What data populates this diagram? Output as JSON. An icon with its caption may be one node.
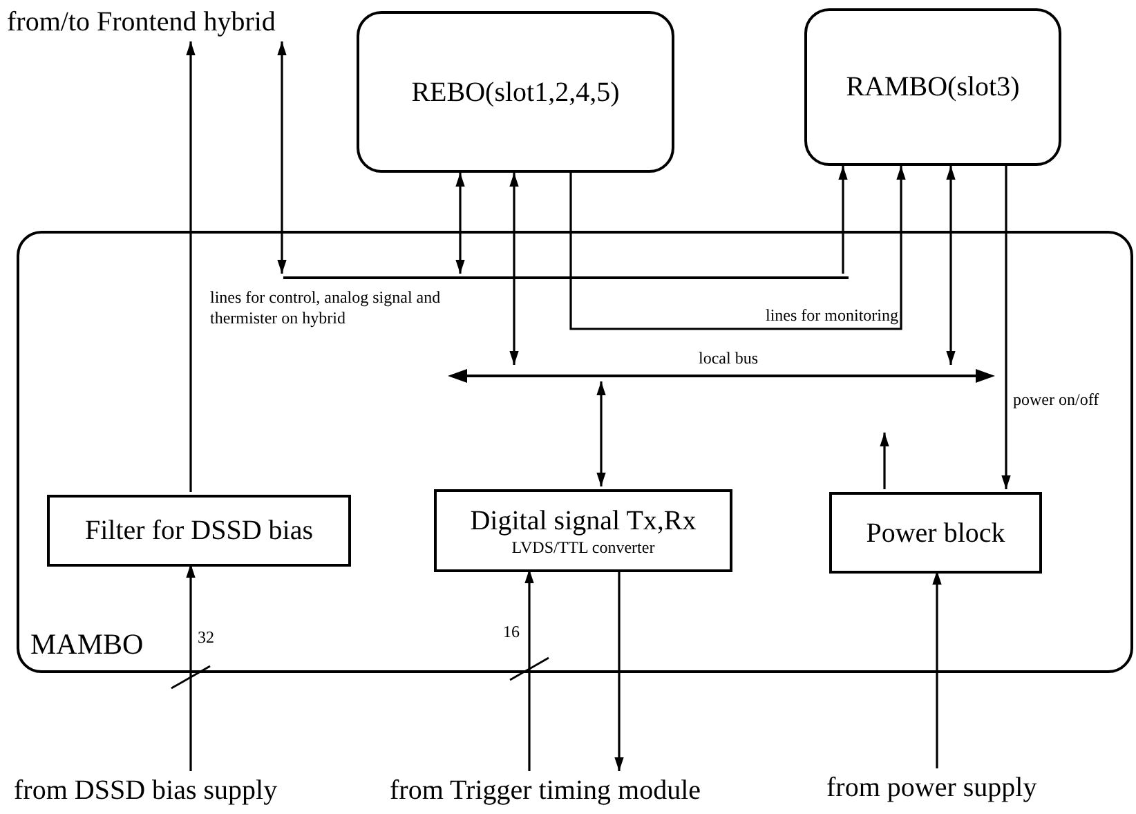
{
  "diagram": {
    "nodes": [
      {
        "text": [
          "MAMBO"
        ]
      },
      {
        "text": [
          "REBO(slot1,2,4,5)"
        ]
      },
      {
        "text": [
          "RAMBO(slot3)"
        ]
      },
      {
        "text": [
          "Filter for DSSD bias"
        ],
        "in": 0
      },
      {
        "text": [
          "Digital signal Tx,Rx",
          "LVDS/TTL converter"
        ],
        "in": 0
      },
      {
        "text": [
          "Power block"
        ],
        "in": 0
      },
      {
        "text": [
          "from/to Frontend hybrid"
        ]
      },
      {
        "text": [
          "from DSSD bias supply"
        ]
      },
      {
        "text": [
          "from Trigger timing module"
        ]
      },
      {
        "text": [
          "from  power supply"
        ]
      },
      {
        "text": [],
        "shape": "bar",
        "in": 0,
        "beside": [
          "local bus"
        ]
      },
      {
        "text": [],
        "shape": "bar",
        "in": 0,
        "beside": [
          "lines for control, analog signal and thermister on hybrid"
        ]
      }
    ],
    "edges": [
      {
        "from": 3,
        "to": 6,
        "arrow": "to"
      },
      {
        "from": 11,
        "to": 6,
        "arrow": "both"
      },
      {
        "from": 1,
        "to": 11,
        "arrow": "both"
      },
      {
        "from": 11,
        "to": 2,
        "arrow": "to"
      },
      {
        "from": 1,
        "to": 2,
        "arrow": "to",
        "label": "lines for monitoring"
      },
      {
        "from": 1,
        "to": 10,
        "arrow": "both"
      },
      {
        "from": 2,
        "to": 10,
        "arrow": "both"
      },
      {
        "from": 10,
        "to": 4,
        "arrow": "both"
      },
      {
        "from": 2,
        "to": 5,
        "arrow": "to",
        "label": "power on/off"
      },
      {
        "from": 5,
        "to": null,
        "arrow": "to"
      },
      {
        "from": 7,
        "to": 3,
        "arrow": "to",
        "label": "32"
      },
      {
        "from": 8,
        "to": 4,
        "arrow": "to",
        "label": "16"
      },
      {
        "from": 4,
        "to": 8,
        "arrow": "to"
      },
      {
        "from": 9,
        "to": 5,
        "arrow": "to"
      }
    ]
  }
}
